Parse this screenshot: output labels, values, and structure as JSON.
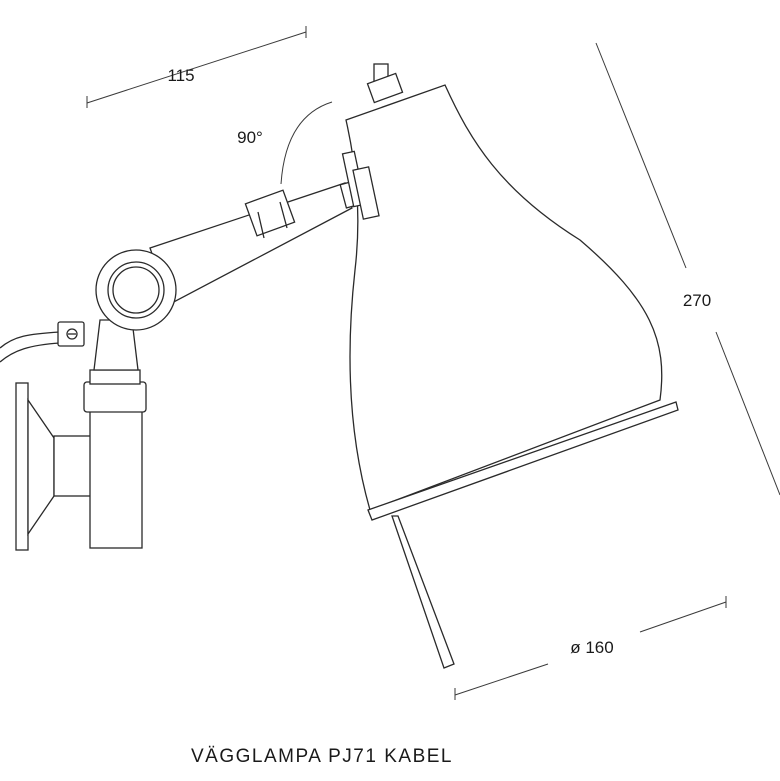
{
  "dimensions": {
    "arm_reach": "115",
    "rotation_angle": "90°",
    "height": "270",
    "shade_diameter": "ø 160"
  },
  "caption": "VÄGGLAMPA PJ71 KABEL"
}
